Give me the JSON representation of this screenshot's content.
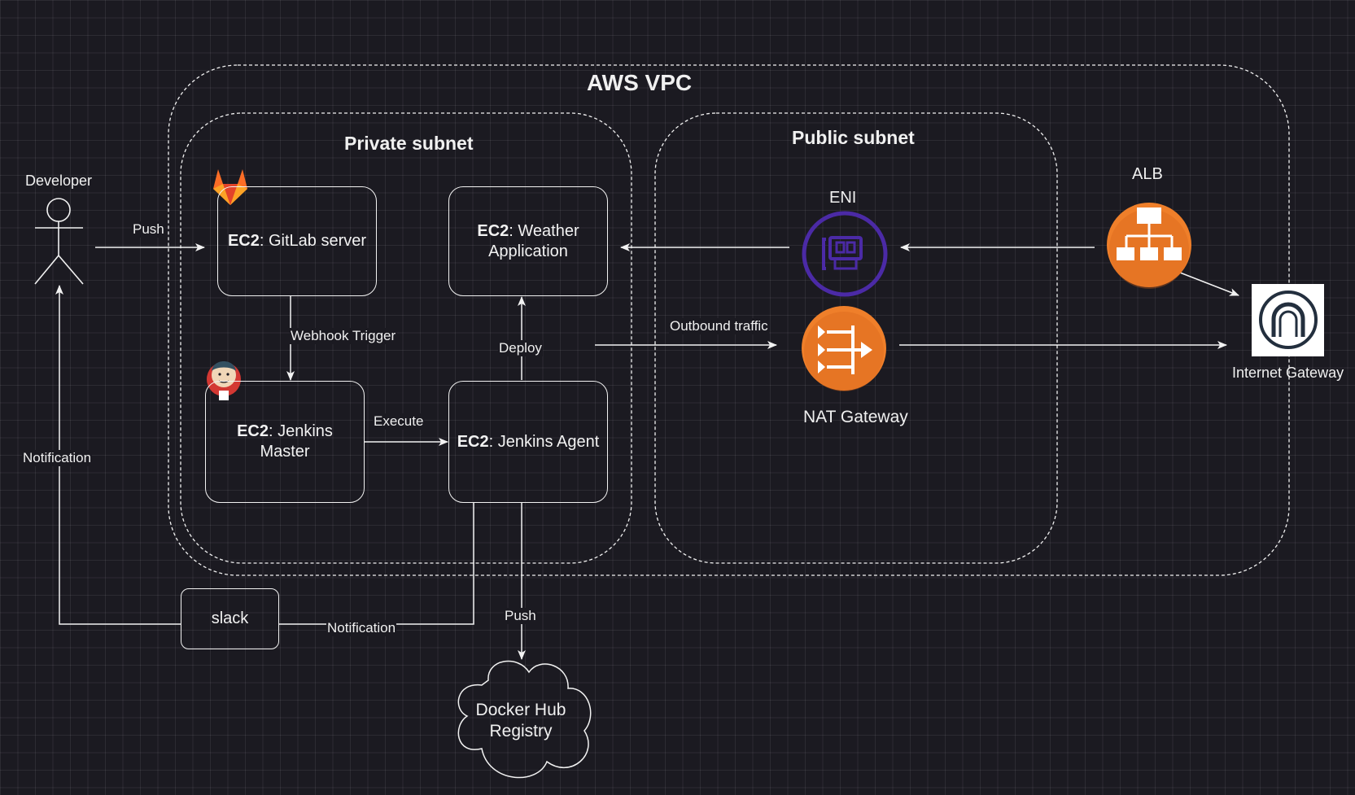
{
  "vpc": {
    "title": "AWS VPC"
  },
  "private_subnet": {
    "title": "Private subnet"
  },
  "public_subnet": {
    "title": "Public subnet"
  },
  "developer": {
    "label": "Developer"
  },
  "nodes": {
    "gitlab": {
      "prefix": "EC2",
      "text": ": GitLab server"
    },
    "weather": {
      "prefix": "EC2",
      "text": ": Weather",
      "line2": "Application"
    },
    "jenkins_master": {
      "prefix": "EC2",
      "text": ": Jenkins",
      "line2": "Master"
    },
    "jenkins_agent": {
      "prefix": "EC2",
      "text": ": Jenkins Agent"
    },
    "slack": {
      "label": "slack"
    },
    "docker_hub": {
      "line1": "Docker Hub",
      "line2": "Registry"
    }
  },
  "icons": {
    "eni": {
      "label": "ENI",
      "color": "#4b2aa6"
    },
    "alb": {
      "label": "ALB",
      "color": "#ef7f2a"
    },
    "nat": {
      "label": "NAT Gateway",
      "color": "#ef7f2a"
    },
    "igw": {
      "label": "Internet Gateway"
    }
  },
  "edges": {
    "push_dev": "Push",
    "webhook": "Webhook Trigger",
    "execute": "Execute",
    "deploy": "Deploy",
    "outbound": "Outbound traffic",
    "notification_dev": "Notification",
    "notification_slack": "Notification",
    "push_docker": "Push"
  },
  "colors": {
    "background": "#1b1a21",
    "line": "#f2f2f2",
    "aws_orange": "#ef7f2a",
    "eni_purple": "#4b2aa6",
    "gitlab": "#e24329"
  }
}
